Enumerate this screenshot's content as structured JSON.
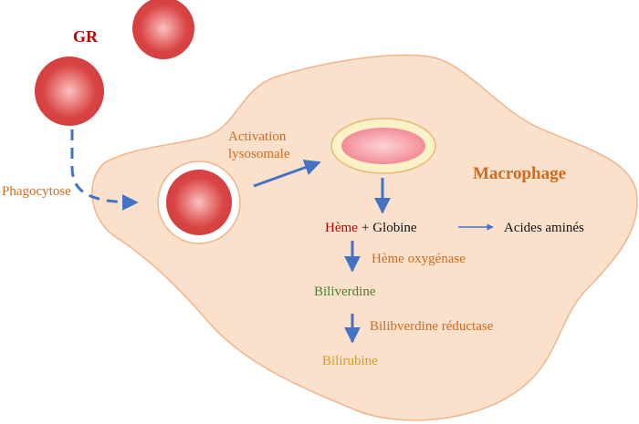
{
  "labels": {
    "gr": "GR",
    "phagocytose": "Phagocytose",
    "activation_line1": "Activation",
    "activation_line2": "lysosomale",
    "macrophage": "Macrophage",
    "heme": "Hème",
    "plus_globine": "+ Globine",
    "acides_amines": "Acides aminés",
    "heme_oxygenase": "Hème oxygénase",
    "biliverdine": "Biliverdine",
    "biliverdine_reductase": "Bilibverdine réductase",
    "bilirubine": "Bilirubine"
  },
  "colors": {
    "cell_fill": "#fbe0cc",
    "cell_stroke": "#f0b48a",
    "rbc_red": "#d94545",
    "rbc_highlight": "#f6b6b6",
    "arrow_blue": "#4472c4",
    "label_orange": "#d2691e",
    "heme_red": "#c00000",
    "biliverdine_green": "#4f7f2e",
    "bilirubine_gold": "#d4a017"
  }
}
